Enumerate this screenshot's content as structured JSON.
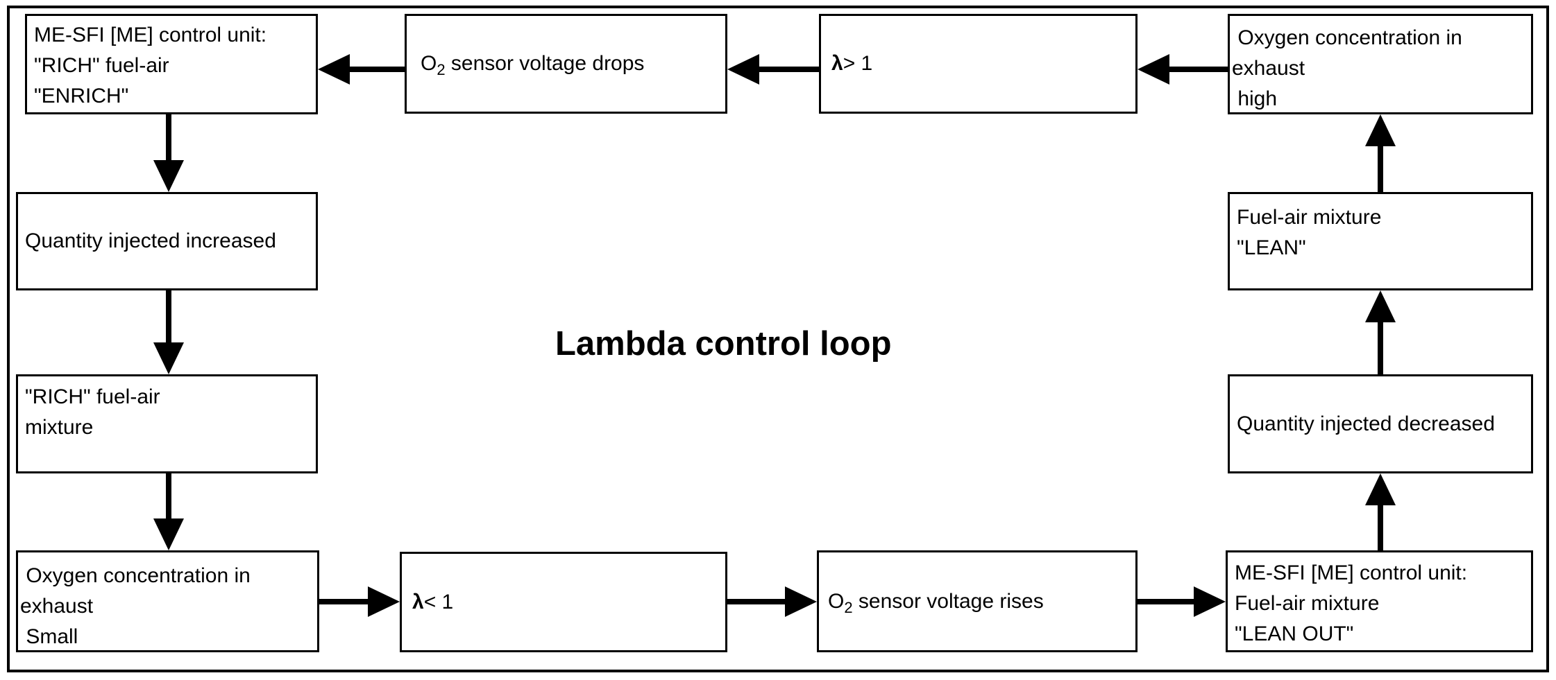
{
  "title": "Lambda control loop",
  "colors": {
    "ink": "#000000",
    "background": "#ffffff"
  },
  "nodes": {
    "me_enrich": {
      "lines": [
        "ME-SFI [ME] control unit:",
        "\"RICH\" fuel-air",
        "\"ENRICH\""
      ]
    },
    "o2_drops": {
      "pre": "O",
      "sub": "2",
      "post": " sensor voltage drops"
    },
    "lambda_gt1": {
      "lambda": "λ",
      "rest": "> 1"
    },
    "oxygen_high": {
      "lines": [
        " Oxygen concentration in",
        "exhaust",
        " high"
      ]
    },
    "qty_increased": {
      "lines": [
        "Quantity injected increased"
      ]
    },
    "rich_mixture": {
      "lines": [
        "\"RICH\" fuel-air",
        "mixture"
      ]
    },
    "oxygen_small": {
      "lines": [
        " Oxygen concentration in",
        "exhaust",
        " Small"
      ]
    },
    "lambda_lt1": {
      "lambda": "λ",
      "rest": "< 1"
    },
    "o2_rises": {
      "pre": "O",
      "sub": "2",
      "post": " sensor voltage rises"
    },
    "me_leanout": {
      "lines": [
        "ME-SFI [ME] control unit:",
        "Fuel-air mixture",
        "\"LEAN OUT\""
      ]
    },
    "qty_decreased": {
      "lines": [
        "Quantity injected decreased"
      ]
    },
    "lean_mixture": {
      "lines": [
        "Fuel-air mixture",
        "\"LEAN\""
      ]
    }
  },
  "edges": [
    {
      "from": "oxygen_high",
      "to": "lambda_gt1",
      "direction": "left"
    },
    {
      "from": "lambda_gt1",
      "to": "o2_drops",
      "direction": "left"
    },
    {
      "from": "o2_drops",
      "to": "me_enrich",
      "direction": "left"
    },
    {
      "from": "me_enrich",
      "to": "qty_increased",
      "direction": "down"
    },
    {
      "from": "qty_increased",
      "to": "rich_mixture",
      "direction": "down"
    },
    {
      "from": "rich_mixture",
      "to": "oxygen_small",
      "direction": "down"
    },
    {
      "from": "oxygen_small",
      "to": "lambda_lt1",
      "direction": "right"
    },
    {
      "from": "lambda_lt1",
      "to": "o2_rises",
      "direction": "right"
    },
    {
      "from": "o2_rises",
      "to": "me_leanout",
      "direction": "right"
    },
    {
      "from": "me_leanout",
      "to": "qty_decreased",
      "direction": "up"
    },
    {
      "from": "qty_decreased",
      "to": "lean_mixture",
      "direction": "up"
    },
    {
      "from": "lean_mixture",
      "to": "oxygen_high",
      "direction": "up"
    }
  ]
}
